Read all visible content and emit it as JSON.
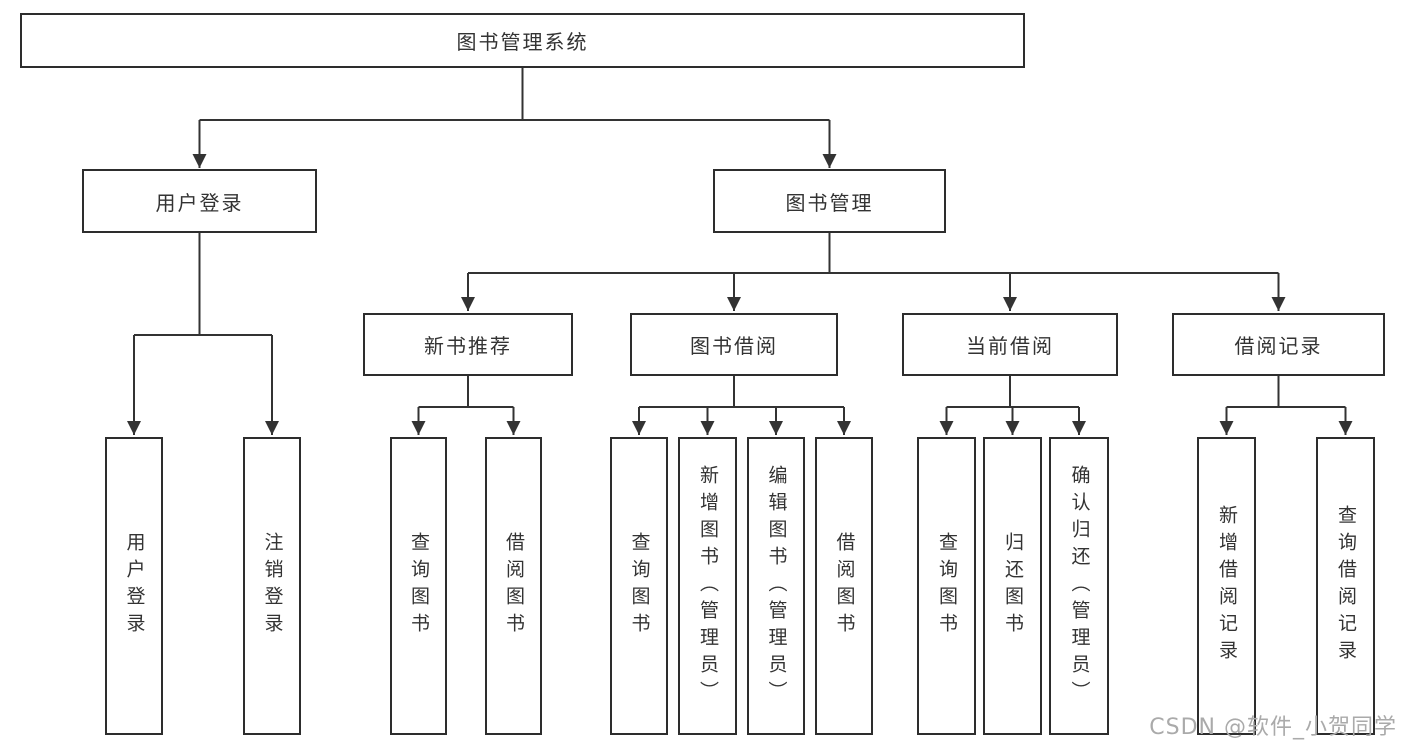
{
  "diagram": {
    "type": "hierarchy-tree",
    "colors": {
      "line": "#333333",
      "box_border": "#2d2d2d",
      "text": "#333333",
      "watermark": "#aaaaaa",
      "background": "#ffffff"
    },
    "tree": {
      "label": "图书管理系统",
      "children": [
        {
          "label": "用户登录",
          "children": [
            {
              "label": "用户登录"
            },
            {
              "label": "注销登录"
            }
          ]
        },
        {
          "label": "图书管理",
          "children": [
            {
              "label": "新书推荐",
              "children": [
                {
                  "label": "查询图书"
                },
                {
                  "label": "借阅图书"
                }
              ]
            },
            {
              "label": "图书借阅",
              "children": [
                {
                  "label": "查询图书"
                },
                {
                  "label": "新增图书（管理员）"
                },
                {
                  "label": "编辑图书（管理员）"
                },
                {
                  "label": "借阅图书"
                }
              ]
            },
            {
              "label": "当前借阅",
              "children": [
                {
                  "label": "查询图书"
                },
                {
                  "label": "归还图书"
                },
                {
                  "label": "确认归还（管理员）"
                }
              ]
            },
            {
              "label": "借阅记录",
              "children": [
                {
                  "label": "新增借阅记录"
                },
                {
                  "label": "查询借阅记录"
                }
              ]
            }
          ]
        }
      ]
    },
    "watermark": {
      "text": "CSDN @软件_小贺同学"
    }
  }
}
